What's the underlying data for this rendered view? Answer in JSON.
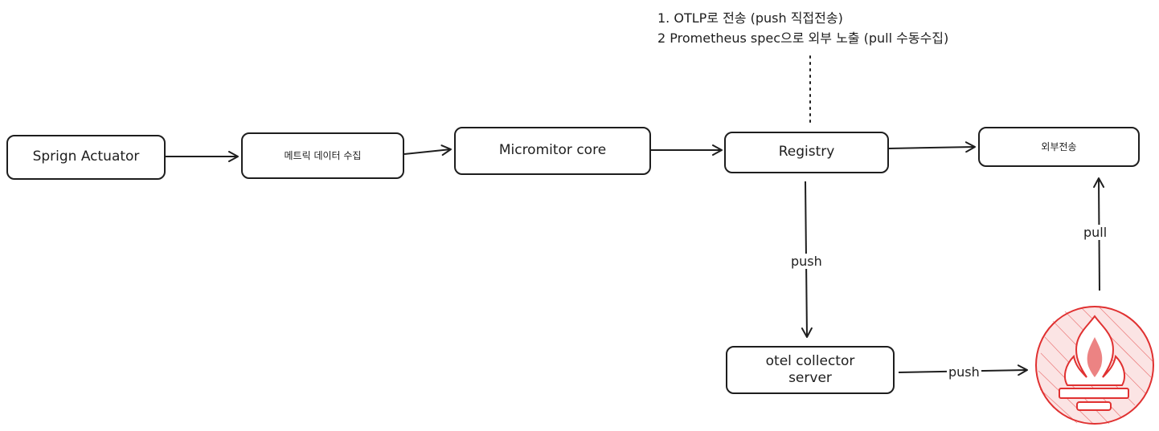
{
  "nodes": {
    "actuator": "Sprign Actuator",
    "metric_collect": "메트릭 데이터 수집",
    "micrometer": "Micromitor core",
    "registry": "Registry",
    "external": "외부전송",
    "otel_line1": "otel collector",
    "otel_line2": "server",
    "prometheus_icon": "prometheus-logo"
  },
  "edge_labels": {
    "registry_to_otel": "push",
    "otel_to_prometheus": "push",
    "prometheus_to_external": "pull"
  },
  "note": {
    "line1": "1. OTLP로  전송  (push 직접전송)",
    "line2": "2 Prometheus spec으로 외부 노출 (pull 수동수집)"
  },
  "colors": {
    "stroke": "#1e1e1e",
    "prometheus": "#e03131"
  }
}
